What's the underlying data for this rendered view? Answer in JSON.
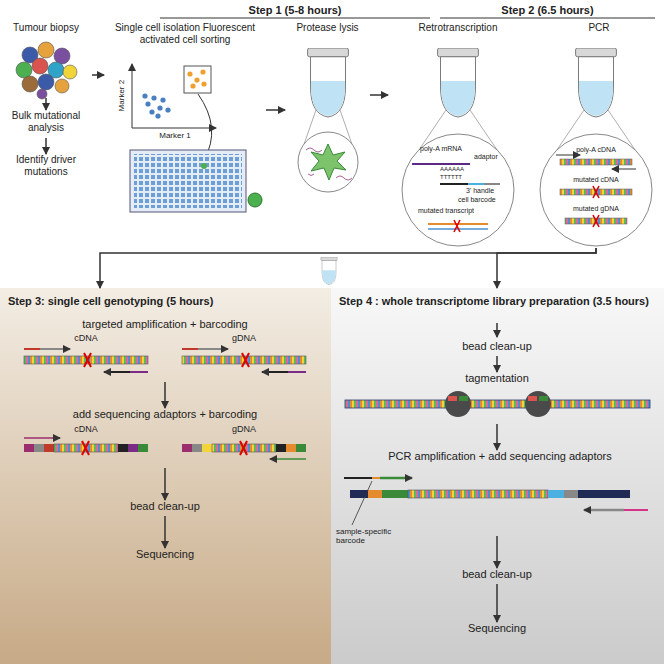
{
  "diagram": {
    "nodes": [
      {
        "text": [
          "Tumour biopsy"
        ]
      },
      {
        "text": [
          "Bulk mutational analysis"
        ]
      },
      {
        "text": [
          "Identify driver mutations"
        ]
      },
      {
        "text": [
          "Single cell isolation Fluorescent activated cell sorting"
        ]
      },
      {
        "text": [
          "Protease lysis"
        ]
      },
      {
        "text": [
          "Retrotranscription"
        ]
      },
      {
        "text": [
          "PCR"
        ]
      },
      {
        "text": [
          "Step 3: single cell genotyping (5 hours)"
        ]
      },
      {
        "text": [
          "targeted amplification + barcoding"
        ],
        "in": 7
      },
      {
        "text": [
          "add sequencing adaptors + barcoding"
        ],
        "in": 7
      },
      {
        "text": [
          "bead clean-up"
        ],
        "in": 7
      },
      {
        "text": [
          "Sequencing"
        ],
        "in": 7
      },
      {
        "text": [
          "Step 4 : whole transcriptome library preparation (3.5 hours)"
        ]
      },
      {
        "text": [
          "bead clean-up"
        ],
        "in": 12
      },
      {
        "text": [
          "tagmentation"
        ],
        "in": 12
      },
      {
        "text": [
          "PCR amplification + add sequencing adaptors"
        ],
        "in": 12
      },
      {
        "text": [
          "bead clean-up"
        ],
        "in": 12
      },
      {
        "text": [
          "Sequencing"
        ],
        "in": 12
      }
    ],
    "edges": [
      {
        "from": 0,
        "to": 3,
        "arrow": "to"
      },
      {
        "from": 0,
        "to": 1,
        "arrow": "to"
      },
      {
        "from": 1,
        "to": 2,
        "arrow": "to"
      },
      {
        "from": 3,
        "to": 4,
        "arrow": "to"
      },
      {
        "from": 4,
        "to": 5,
        "arrow": "to"
      },
      {
        "from": 6,
        "to": 7,
        "arrow": "to"
      },
      {
        "from": 6,
        "to": 12,
        "arrow": "to"
      },
      {
        "from": 8,
        "to": 9,
        "arrow": "to"
      },
      {
        "from": 9,
        "to": 10,
        "arrow": "to"
      },
      {
        "from": 10,
        "to": 11,
        "arrow": "to"
      },
      {
        "from": 13,
        "to": 14,
        "arrow": "to"
      },
      {
        "from": 14,
        "to": 15,
        "arrow": "to"
      },
      {
        "from": 15,
        "to": 16,
        "arrow": "to"
      },
      {
        "from": 16,
        "to": 17,
        "arrow": "to"
      }
    ],
    "labels": [
      "Step 1 (5-8 hours)",
      "Step 2 (6.5 hours)",
      "Marker 2",
      "Marker 1",
      "poly-A mRNA",
      "AAAAAA",
      "TTTTTT",
      "adaptor",
      "3' handle",
      "cell barcode",
      "mutated transcript",
      "poly-A cDNA",
      "mutated cDNA",
      "mutated gDNA",
      "cDNA",
      "gDNA",
      "cDNA",
      "gDNA",
      "sample-specific barcode"
    ]
  }
}
